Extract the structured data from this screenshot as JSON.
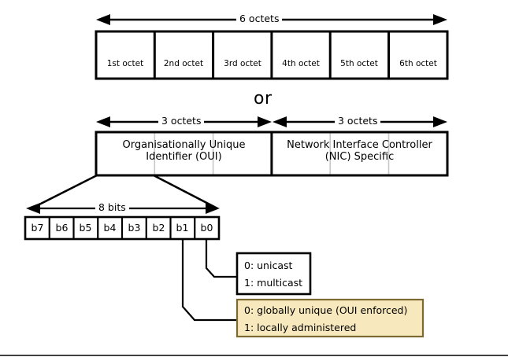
{
  "diagram": {
    "title_text": "or",
    "rows": {
      "octet_row": {
        "span_label": "6 octets",
        "cells": [
          {
            "label": "1st octet"
          },
          {
            "label": "2nd octet"
          },
          {
            "label": "3rd octet"
          },
          {
            "label": "4th octet"
          },
          {
            "label": "5th octet"
          },
          {
            "label": "6th octet"
          }
        ]
      },
      "field_row": {
        "spans": [
          {
            "label": "3 octets"
          },
          {
            "label": "3 octets"
          }
        ],
        "fields": [
          {
            "line1": "Organisationally Unique",
            "line2": "Identifier (OUI)"
          },
          {
            "line1": "Network Interface Controller",
            "line2": "(NIC) Specific"
          }
        ]
      },
      "bit_row": {
        "span_label": "8 bits",
        "bits": [
          {
            "label": "b7"
          },
          {
            "label": "b6"
          },
          {
            "label": "b5"
          },
          {
            "label": "b4"
          },
          {
            "label": "b3"
          },
          {
            "label": "b2"
          },
          {
            "label": "b1"
          },
          {
            "label": "b0"
          }
        ]
      }
    },
    "callouts": [
      {
        "id": "unicast-callout",
        "source_bit": "b0",
        "line1": "0: unicast",
        "line2": "1: multicast",
        "fill": "#ffffff",
        "border": "#000000"
      },
      {
        "id": "administration-callout",
        "source_bit": "b1",
        "line1": "0: globally unique (OUI enforced)",
        "line2": "1: locally administered",
        "fill": "#f7e9bd",
        "border": "#7d6a33"
      }
    ],
    "colors": {
      "stroke": "#000000",
      "divider_gray": "#c8c8c8",
      "background": "#ffffff",
      "highlight_fill": "#f7e9bd",
      "highlight_border": "#7d6a33"
    }
  }
}
